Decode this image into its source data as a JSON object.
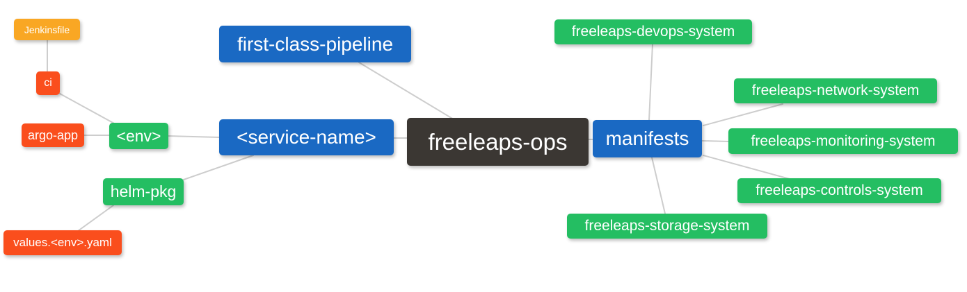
{
  "diagram": {
    "type": "mindmap",
    "root": "freeleaps-ops",
    "palette": {
      "blue": "#1A69C3",
      "green": "#24BE62",
      "orange": "#F9A724",
      "red": "#FA4E1D",
      "dark": "#3B3733",
      "edge_line": "#CDCDCD"
    },
    "nodes": {
      "root": {
        "label": "freeleaps-ops",
        "color": "#3B3733"
      },
      "first_class_pipeline": {
        "label": "first-class-pipeline",
        "color": "#1A69C3"
      },
      "service_name": {
        "label": "<service-name>",
        "color": "#1A69C3"
      },
      "manifests": {
        "label": "manifests",
        "color": "#1A69C3"
      },
      "env": {
        "label": "<env>",
        "color": "#24BE62"
      },
      "helm_pkg": {
        "label": "helm-pkg",
        "color": "#24BE62"
      },
      "jenkinsfile": {
        "label": "Jenkinsfile",
        "color": "#F9A724"
      },
      "ci": {
        "label": "ci",
        "color": "#FA4E1D"
      },
      "argo_app": {
        "label": "argo-app",
        "color": "#FA4E1D"
      },
      "values_env_yaml": {
        "label": "values.<env>.yaml",
        "color": "#FA4E1D"
      },
      "devops_system": {
        "label": "freeleaps-devops-system",
        "color": "#24BE62"
      },
      "network_system": {
        "label": "freeleaps-network-system",
        "color": "#24BE62"
      },
      "monitoring_system": {
        "label": "freeleaps-monitoring-system",
        "color": "#24BE62"
      },
      "controls_system": {
        "label": "freeleaps-controls-system",
        "color": "#24BE62"
      },
      "storage_system": {
        "label": "freeleaps-storage-system",
        "color": "#24BE62"
      }
    },
    "edges": [
      {
        "from": "jenkinsfile",
        "to": "ci"
      },
      {
        "from": "ci",
        "to": "env"
      },
      {
        "from": "argo_app",
        "to": "env"
      },
      {
        "from": "env",
        "to": "service_name"
      },
      {
        "from": "first_class_pipeline",
        "to": "root"
      },
      {
        "from": "service_name",
        "to": "root"
      },
      {
        "from": "helm_pkg",
        "to": "service_name"
      },
      {
        "from": "values_env_yaml",
        "to": "helm_pkg"
      },
      {
        "from": "root",
        "to": "manifests"
      },
      {
        "from": "manifests",
        "to": "devops_system"
      },
      {
        "from": "manifests",
        "to": "network_system"
      },
      {
        "from": "manifests",
        "to": "monitoring_system"
      },
      {
        "from": "manifests",
        "to": "controls_system"
      },
      {
        "from": "manifests",
        "to": "storage_system"
      }
    ]
  }
}
